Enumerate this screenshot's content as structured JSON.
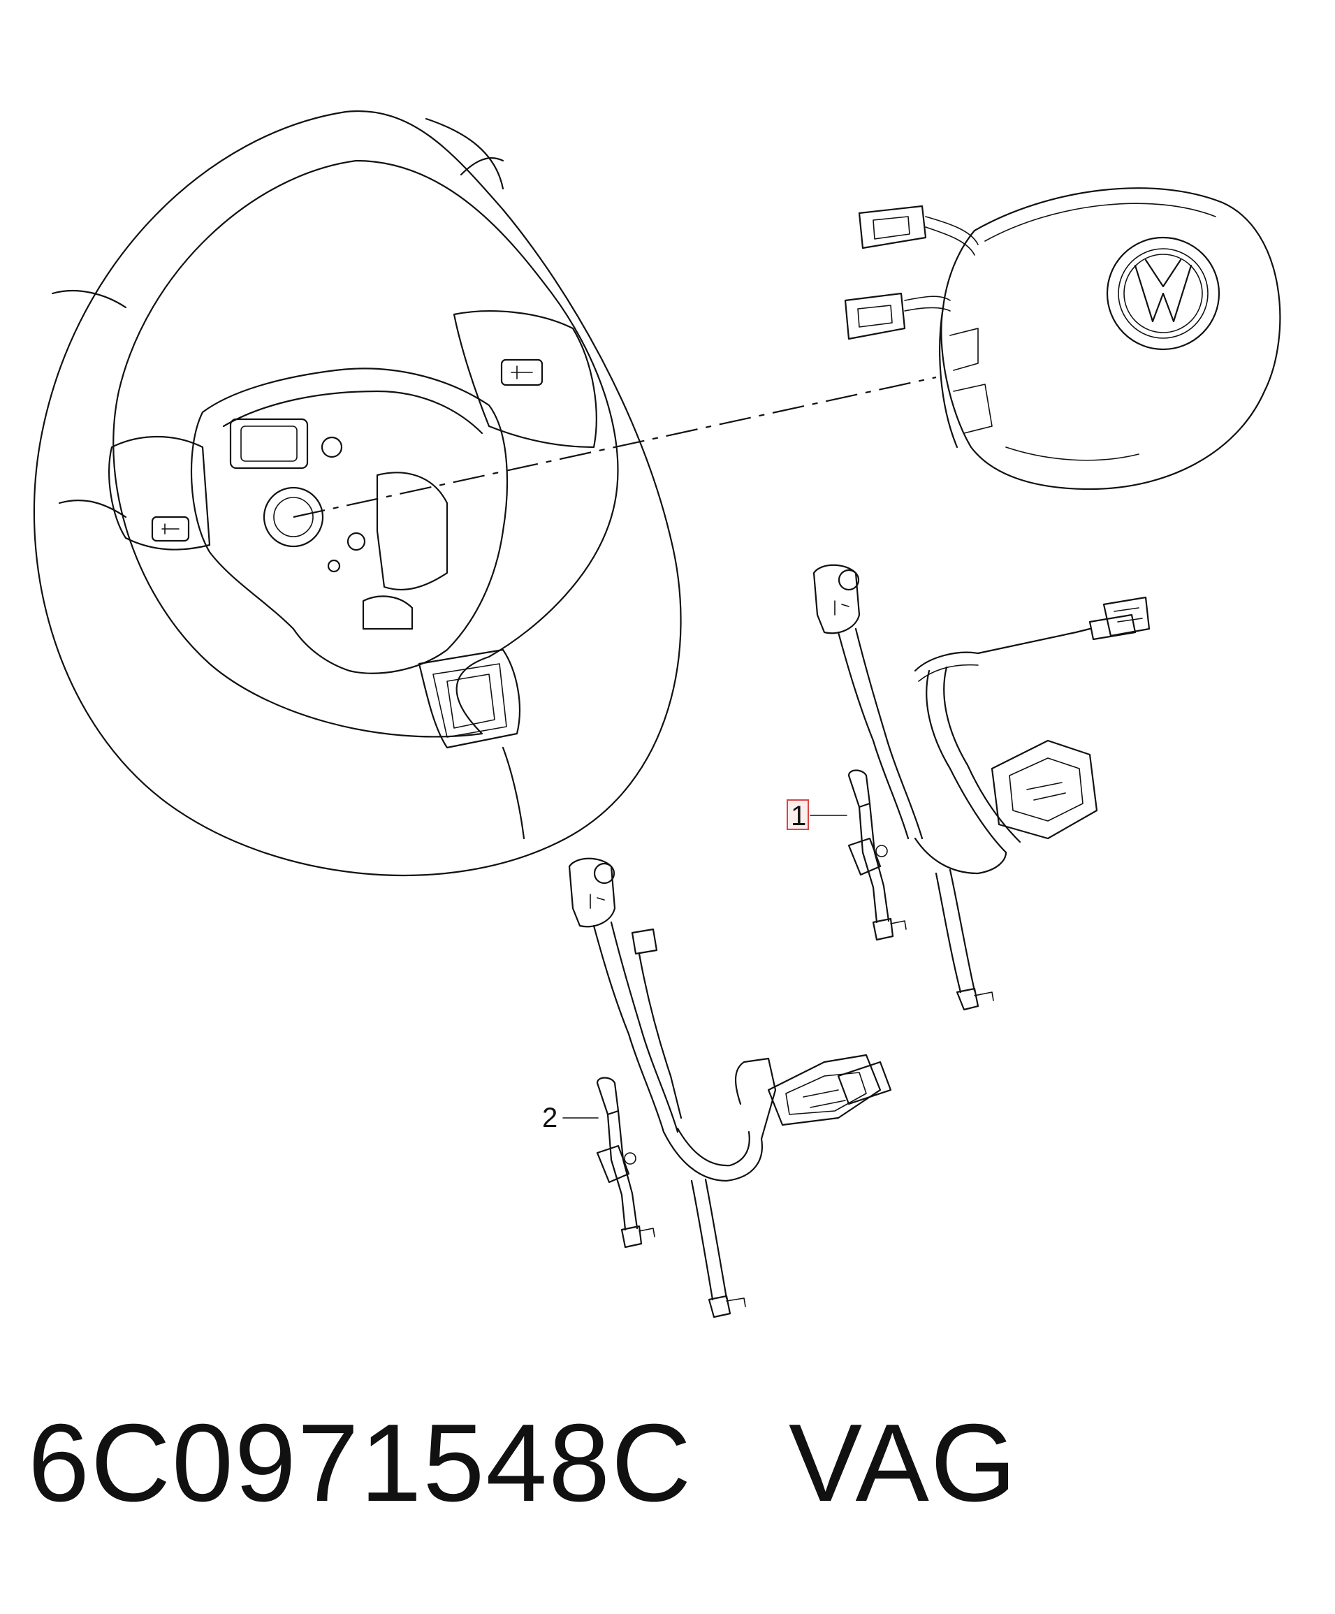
{
  "callouts": [
    {
      "number": "1",
      "highlighted": true
    },
    {
      "number": "2",
      "highlighted": false
    }
  ],
  "footer": {
    "part_number": "6C0971548C",
    "brand": "VAG"
  },
  "colors": {
    "line": "#111111",
    "highlight_border": "#dd4444",
    "highlight_fill": "#fdeeee"
  }
}
